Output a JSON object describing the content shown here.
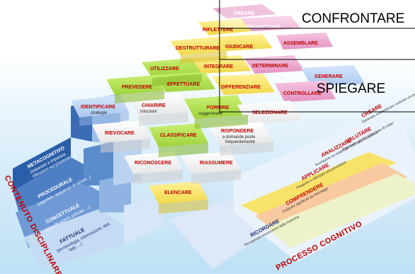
{
  "overlay_labels": {
    "confrontare": "CONFRONTARE",
    "spiegare": "SPIEGARE"
  },
  "axes": {
    "contenuto": "CONTENUTO DISCIPLINARE",
    "processo": "PROCESSO COGNITIVO"
  },
  "knowledge": [
    {
      "title": "METACOGNITIVO",
      "sub1": "(imparare a imparare,",
      "sub2": "riflessioni sul processo ...)"
    },
    {
      "title": "PROCEDURALE",
      "sub1": "(algoritmi, sequenze di azioni...)",
      "sub2": ""
    },
    {
      "title": "CONCETTUALE",
      "sub1": "(classificazioni, principi, ...)",
      "sub2": ""
    },
    {
      "title": "FATTUALE",
      "sub1": "(terminologia, informazioni, dati,",
      "sub2": "fatti, ...)"
    }
  ],
  "processes": [
    {
      "title": "CREARE",
      "sub": "Generare contenuti per costruire un prodotto"
    },
    {
      "title": "VALUTARE",
      "sub": "Esprimere giudizi sulla base di criteri"
    },
    {
      "title": "ANALIZZARE",
      "sub": "Scomporre un materiale nelle parti costitutive"
    },
    {
      "title": "APPLICARE",
      "sub": "Eseguire o utilizzare una procedura"
    },
    {
      "title": "COMPRENDERE",
      "sub": "Costruire significati da messaggi"
    },
    {
      "title": "RICORDARE",
      "sub": "Recuperare conoscenze dalla memoria"
    }
  ],
  "cells": {
    "creare": "CREARE",
    "riflettere": "RIFLETTERE",
    "progettare": "PROGETTARE",
    "destrutturare": "DESTRUTTURARE",
    "giudicare": "GIUDICARE",
    "assemblare": "ASSEMBLARE",
    "utilizzare": "UTILIZZARE",
    "integrare": "INTEGRARE",
    "determinare": "DETERMINARE",
    "generare": "GENERARE",
    "prevedere": "PREVEDERE",
    "effettuare": "EFFETTUARE",
    "differenziare": "DIFFERENZIARE",
    "controllare": "CONTROLLARE",
    "identificare": "IDENTIFICARE",
    "identificare_sub": "strategie",
    "chiarire": "CHIARIRE",
    "chiarire_sub": "istruzioni",
    "fornire": "FORNIRE",
    "fornire_sub": "suggerimenti",
    "selezionare": "SELEZIONARE",
    "rievocare": "RIEVOCARE",
    "classificare": "CLASSIFICARE",
    "rispondere": "RISPONDERE",
    "rispondere_sub1": "a domande poste",
    "rispondere_sub2": "frequentemente",
    "riconoscere": "RICONOSCERE",
    "riassumere": "RIASSUMERE",
    "elencare": "ELENCARE"
  },
  "colors": {
    "blue_dark": "#2b5ea8",
    "blue_mid": "#4e7fc4",
    "blue_light": "#6f9ad6",
    "pink": "#e8a3c9",
    "red": "#c00000"
  }
}
